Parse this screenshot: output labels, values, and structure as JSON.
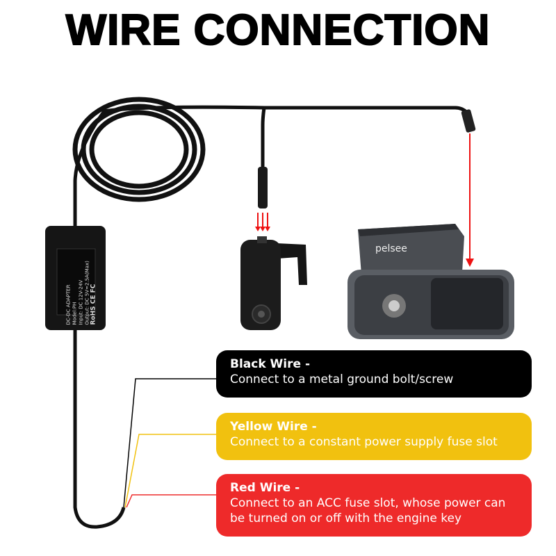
{
  "title": "WIRE CONNECTION",
  "adapter": {
    "label_lines": [
      "DC-DC ADAPTER",
      "Model:PH",
      "Input: DC 12V-24V",
      "Output: DC 5V=2.5A(Max)",
      "RoHS CE FC"
    ]
  },
  "camera": {
    "brand": "pelsee"
  },
  "wires": [
    {
      "title": "Black Wire -",
      "desc": "Connect to a metal ground bolt/screw",
      "color": "#000000"
    },
    {
      "title": "Yellow Wire -",
      "desc": "Connect to a constant power supply fuse slot",
      "color": "#f1c10f"
    },
    {
      "title": "Red Wire -",
      "desc": "Connect to an ACC fuse slot, whose power can be turned on or off with the engine key",
      "color": "#ee2a2a"
    }
  ]
}
